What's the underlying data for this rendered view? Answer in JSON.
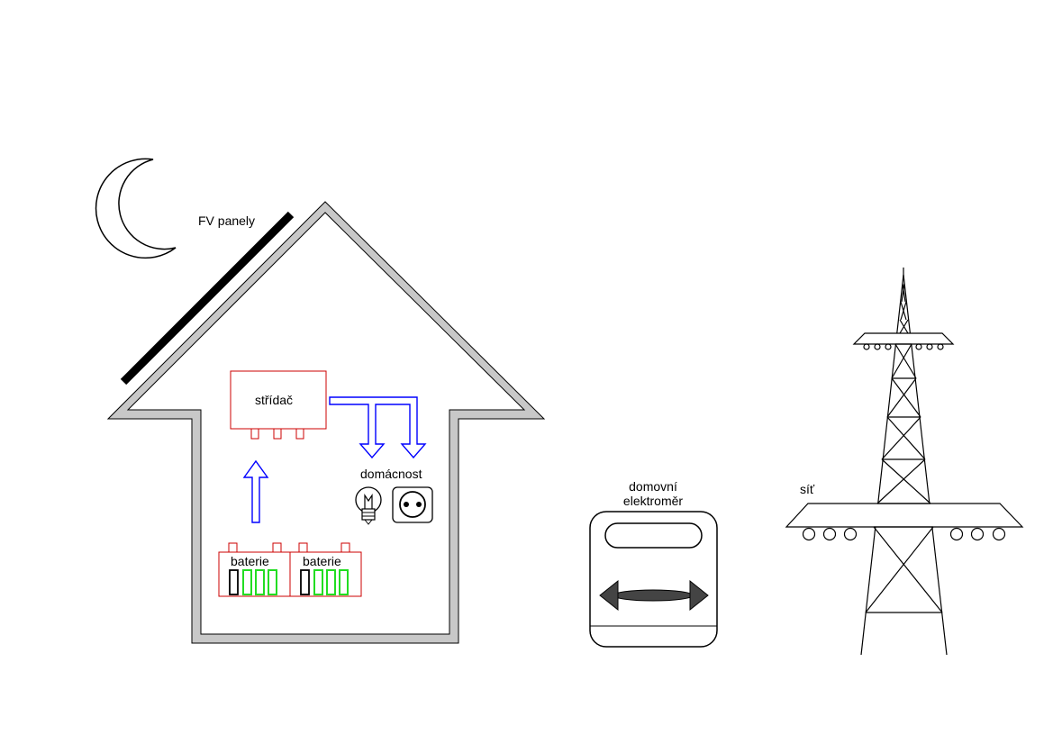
{
  "labels": {
    "panels": "FV panely",
    "inverter": "střídač",
    "household": "domácnost",
    "battery_1": "baterie",
    "battery_2": "baterie",
    "meter_line1": "domovní",
    "meter_line2": "elektroměr",
    "grid": "síť"
  },
  "batteries": [
    {
      "cells_charged": 3,
      "cells_total": 4
    },
    {
      "cells_charged": 3,
      "cells_total": 4
    }
  ],
  "colors": {
    "outline": "#000000",
    "house_fill": "#c8c8c8",
    "inverter": "#cc0000",
    "battery": "#cc0000",
    "cell_charged": "#22dd22",
    "arrow": "#0000ff",
    "meter_needle": "#444444"
  },
  "icons": [
    "moon-icon",
    "bulb-icon",
    "socket-icon",
    "meter-icon",
    "pylon-icon"
  ]
}
